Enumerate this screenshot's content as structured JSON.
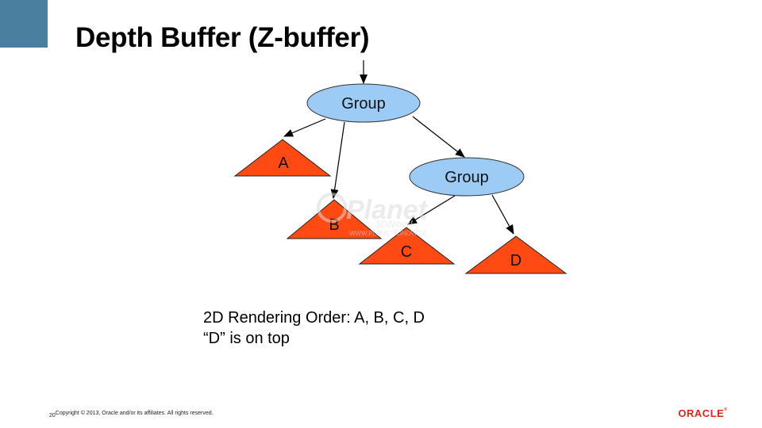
{
  "slide": {
    "title": "Depth Buffer (Z-buffer)",
    "accent_color": "#4a7fa0"
  },
  "diagram": {
    "group_nodes": [
      {
        "id": "group-root",
        "label": "Group"
      },
      {
        "id": "group-child",
        "label": "Group"
      }
    ],
    "leaves": [
      {
        "id": "A",
        "label": "A"
      },
      {
        "id": "B",
        "label": "B"
      },
      {
        "id": "C",
        "label": "C"
      },
      {
        "id": "D",
        "label": "D"
      }
    ],
    "edges": [
      {
        "from": "(entry)",
        "to": "group-root"
      },
      {
        "from": "group-root",
        "to": "A"
      },
      {
        "from": "group-root",
        "to": "B"
      },
      {
        "from": "group-root",
        "to": "group-child"
      },
      {
        "from": "group-child",
        "to": "C"
      },
      {
        "from": "group-child",
        "to": "D"
      }
    ],
    "group_fill": "#9ccbf5",
    "leaf_fill": "#ff4a14"
  },
  "watermark": {
    "brand": "Planet",
    "sub": "3DNow!",
    "url": "WWW.PLANET3DNOW.DE"
  },
  "caption": {
    "line1": "2D Rendering Order: A, B, C, D",
    "line2": "“D” is on top"
  },
  "footer": {
    "page_number": "20",
    "copyright": "Copyright © 2013, Oracle and/or its affiliates. All rights reserved."
  },
  "logo": {
    "text": "ORACLE",
    "mark": "®",
    "color": "#e2231a"
  }
}
